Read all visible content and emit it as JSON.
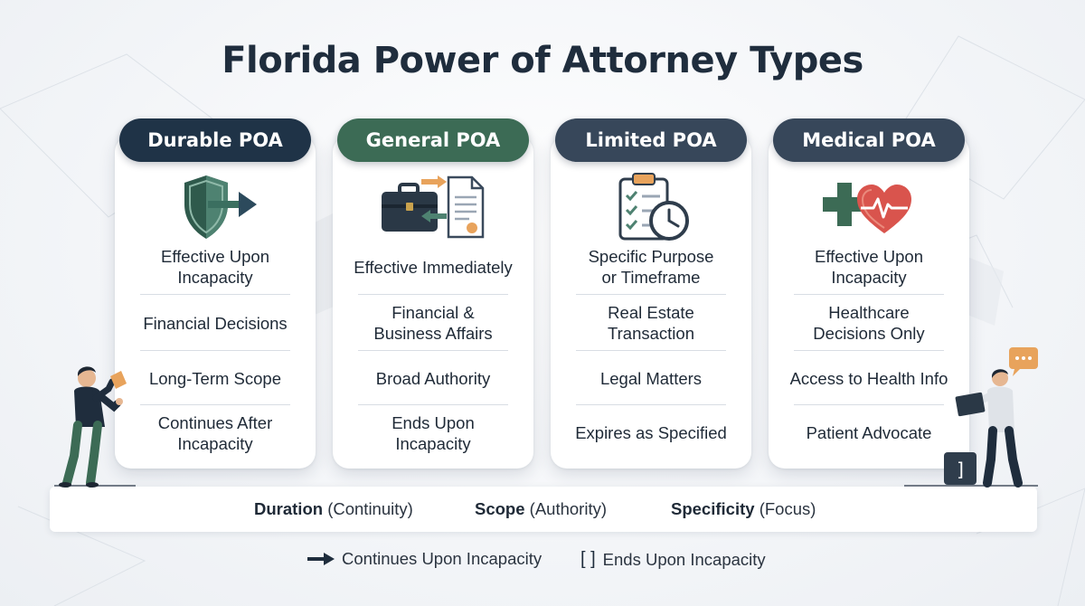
{
  "title": "Florida Power of Attorney Types",
  "colors": {
    "navy": "#1f3347",
    "green": "#3c6b55",
    "slate": "#37475a",
    "accent_orange": "#e8a35c",
    "heart_red": "#d9544d"
  },
  "cards": [
    {
      "heading": "Durable POA",
      "icon": "shield-arrow-icon",
      "items": [
        "Effective Upon\nIncapacity",
        "Financial Decisions",
        "Long-Term Scope",
        "Continues After\nIncapacity"
      ]
    },
    {
      "heading": "General POA",
      "icon": "briefcase-document-icon",
      "items": [
        "Effective Immediately",
        "Financial &\nBusiness Affairs",
        "Broad Authority",
        "Ends Upon\nIncapacity"
      ]
    },
    {
      "heading": "Limited POA",
      "icon": "clipboard-clock-icon",
      "items": [
        "Specific Purpose\nor Timeframe",
        "Real Estate\nTransaction",
        "Legal Matters",
        "Expires as Specified"
      ]
    },
    {
      "heading": "Medical POA",
      "icon": "cross-heart-icon",
      "items": [
        "Effective Upon\nIncapacity",
        "Healthcare\nDecisions Only",
        "Access to Health Info",
        "Patient Advocate"
      ]
    }
  ],
  "axes": [
    {
      "label": "Duration",
      "note": "(Continuity)"
    },
    {
      "label": "Scope",
      "note": "(Authority)"
    },
    {
      "label": "Specificity",
      "note": "(Focus)"
    }
  ],
  "legend": [
    {
      "symbol": "arrow-icon",
      "label": "Continues Upon Incapacity"
    },
    {
      "symbol": "[ ]",
      "label": "Ends Upon Incapacity"
    }
  ]
}
